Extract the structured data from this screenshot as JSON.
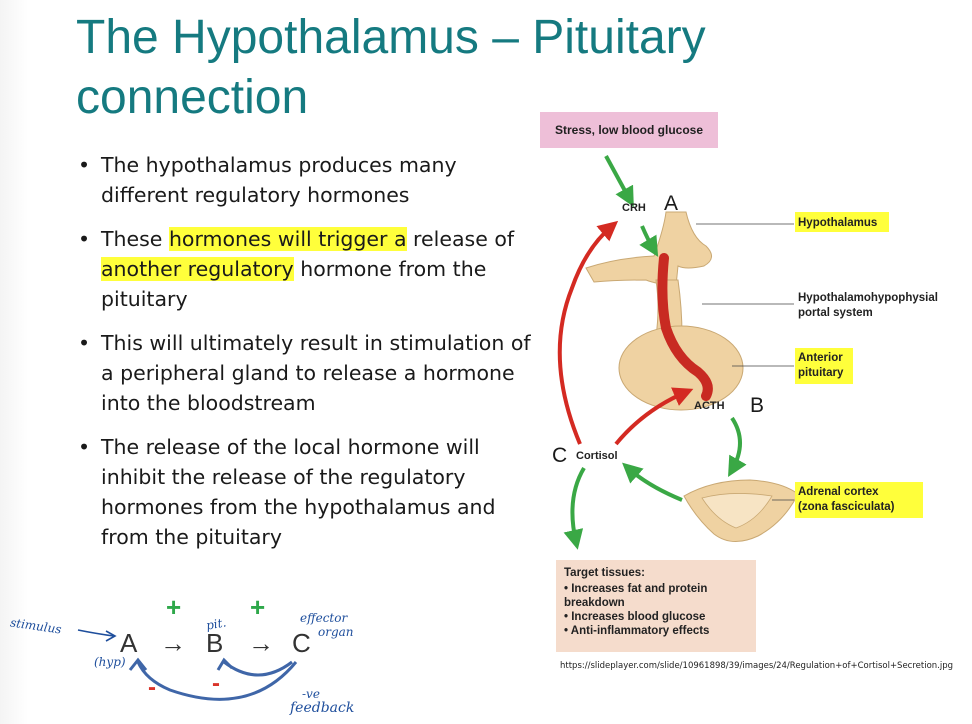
{
  "slide": {
    "title": "The Hypothalamus – Pituitary connection",
    "bullets": [
      {
        "pre": "The hypothalamus produces many different regulatory hormones",
        "hl1": "",
        "mid": "",
        "hl2": "",
        "post": ""
      },
      {
        "pre": "These ",
        "hl1": "hormones will trigger a",
        "mid": " release of ",
        "hl2": "another regulatory",
        "post": " hormone from the pituitary"
      },
      {
        "pre": "This will ultimately result in stimulation of a peripheral gland to release a hormone into the bloodstream",
        "hl1": "",
        "mid": "",
        "hl2": "",
        "post": ""
      },
      {
        "pre": "The release of the local hormone will inhibit the release of the regulatory hormones from the hypothalamus and from the pituitary",
        "hl1": "",
        "mid": "",
        "hl2": "",
        "post": ""
      }
    ],
    "highlight_color": "#ffff3b",
    "title_color": "#157a80"
  },
  "figure": {
    "stress_label": "Stress, low blood glucose",
    "crh_label": "CRH",
    "acth_label": "ACTH",
    "cortisol_label": "Cortisol",
    "letters": {
      "a": "A",
      "b": "B",
      "c": "C"
    },
    "labels": {
      "hypothalamus": "Hypothalamus",
      "portal_line1": "Hypothalamohypophysial",
      "portal_line2": "portal system",
      "anterior_line1": "Anterior",
      "anterior_line2": "pituitary",
      "adrenal_line1": "Adrenal cortex",
      "adrenal_line2": "(zona fasciculata)"
    },
    "target_title": "Target tissues:",
    "target_items": [
      "• Increases fat and protein\n   breakdown",
      "• Increases blood glucose",
      "• Anti-inflammatory effects"
    ],
    "source_url": "https://slideplayer.com/slide/10961898/39/images/24/Regulation+of+Cortisol+Secretion.jpg",
    "colors": {
      "stimulate": "#3aa845",
      "inhibit": "#d42a22",
      "gland": "#efd2a2",
      "stress_bg": "#eebfd8",
      "target_bg": "#f5dccc"
    }
  },
  "handwriting": {
    "stimulus": "stimulus",
    "a": "A",
    "b": "B",
    "c": "C",
    "arrow": "→",
    "plus": "+",
    "minus": "-",
    "hyp": "(hyp)",
    "pit": "pit.",
    "effector1": "effector",
    "effector2": "organ",
    "neg1": "-ve",
    "neg2": "feedback"
  }
}
